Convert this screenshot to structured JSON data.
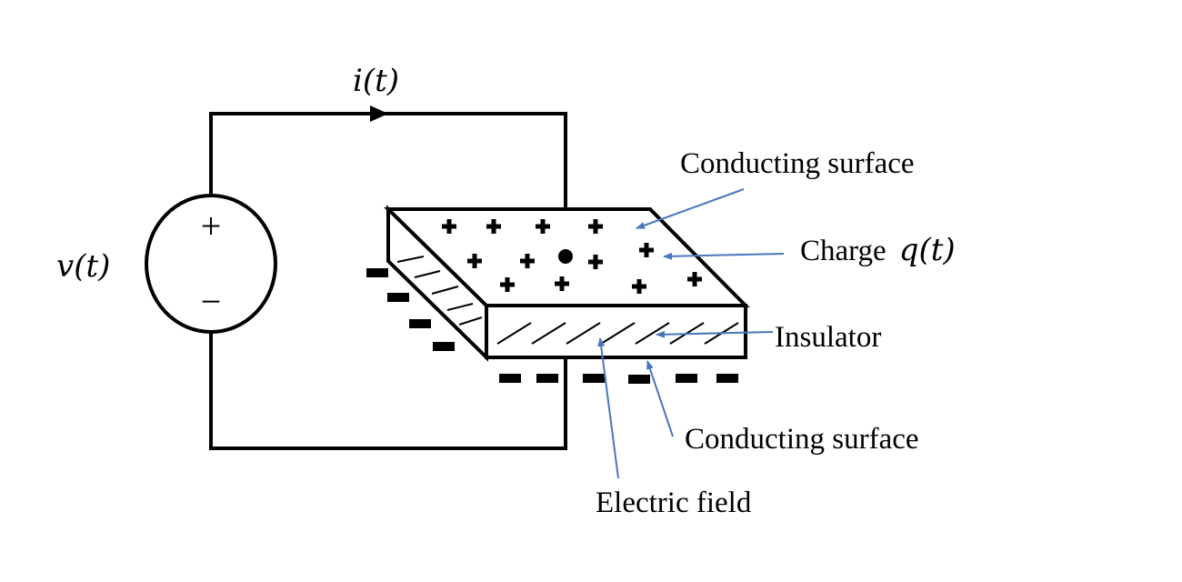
{
  "labels": {
    "current": "i(t)",
    "voltage": "v(t)",
    "source_plus": "+",
    "source_minus": "−",
    "top_surface": "Conducting surface",
    "charge_prefix": "Charge",
    "charge_var": "q(t)",
    "insulator": "Insulator",
    "bottom_surface": "Conducting surface",
    "electric_field": "Electric field"
  },
  "colors": {
    "wire": "#000000",
    "pointer_arrow": "#4a76bd"
  }
}
